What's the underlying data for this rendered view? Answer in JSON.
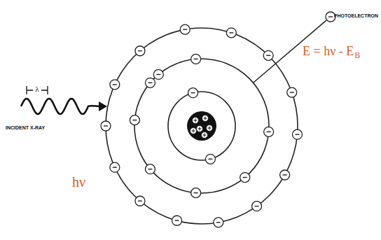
{
  "diagram": {
    "labels": [
      "INCIDENT X-RAY",
      "λ",
      "hν",
      "PHOTOELECTRON",
      "E = hν - E",
      "B"
    ]
  }
}
